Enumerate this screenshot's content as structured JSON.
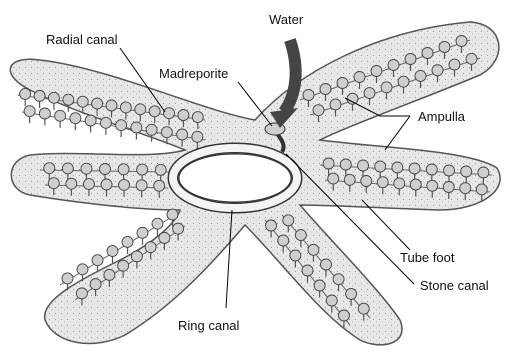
{
  "labels": {
    "water": "Water",
    "radial_canal": "Radial canal",
    "madreporite": "Madreporite",
    "ampulla": "Ampulla",
    "tube_foot": "Tube foot",
    "stone_canal": "Stone canal",
    "ring_canal": "Ring canal"
  },
  "colors": {
    "body_fill": "#e6e6e6",
    "body_stroke": "#555555",
    "canal_fill": "#f4f4f4",
    "canal_stroke": "#333333",
    "ampulla_fill": "#cfcfcf",
    "leader": "#000000"
  }
}
